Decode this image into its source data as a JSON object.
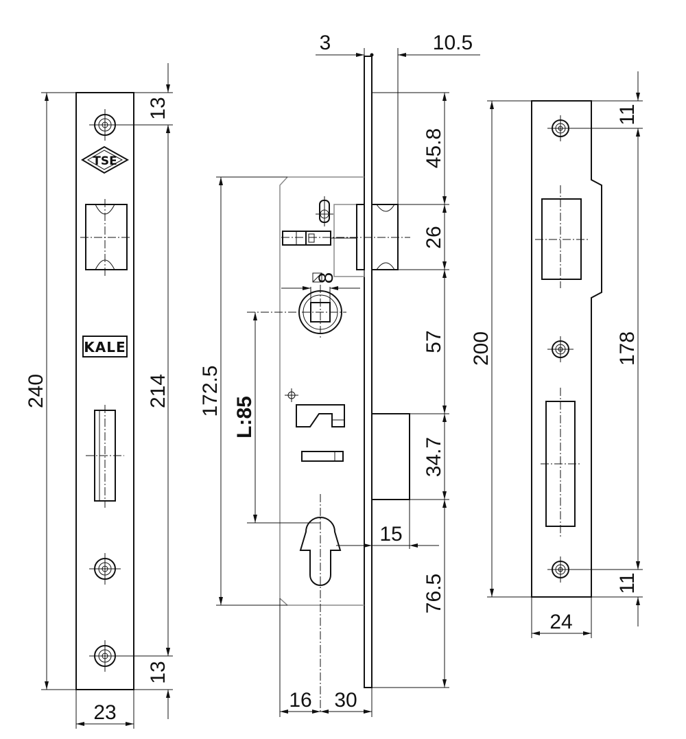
{
  "dimensions": {
    "faceplate_length": "240",
    "faceplate_hole_spacing": "214",
    "faceplate_top_offset": "13",
    "faceplate_bottom_offset": "13",
    "faceplate_width": "23",
    "case_height": "172.5",
    "backset": "L:85",
    "plate_thickness": "3",
    "bolt_projection": "10.5",
    "top_to_deadbolt": "45.8",
    "deadbolt_height": "26",
    "deadbolt_to_latch": "57",
    "latch_height": "34.7",
    "latch_to_bottom": "76.5",
    "latch_projection": "15",
    "case_front_depth": "16",
    "case_rear_depth": "30",
    "spindle_size": "8",
    "strike_length": "200",
    "strike_hole_spacing": "178",
    "strike_top_offset": "11",
    "strike_bottom_offset": "11",
    "strike_width": "24"
  },
  "logos": {
    "tse": "TSE",
    "kale": "KALE"
  }
}
